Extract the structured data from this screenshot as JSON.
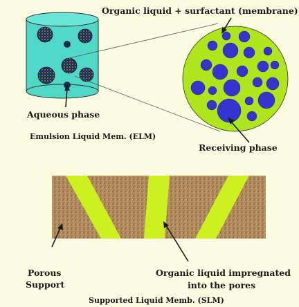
{
  "labels": {
    "membrane": "Organic liquid + surfactant (membrane)",
    "aqueous_phase": "Aqueous phase",
    "elm_title": "Emulsion Liquid Mem. (ELM)",
    "receiving_phase": "Receiving phase",
    "porous_support_line1": "Porous",
    "porous_support_line2": "Support",
    "organic_liquid_line1": "Organic liquid impregnated",
    "organic_liquid_line2": "into the pores",
    "slm_title": "Supported Liquid Memb. (SLM)"
  },
  "colors": {
    "background": "#fcfce2",
    "membrane_green": "#aee61e",
    "cylinder_fill": "#4fd8c8",
    "receiving_blue": "#3434d0",
    "porous_brown": "#b08a5c",
    "droplet_dark": "#1f2a52"
  }
}
